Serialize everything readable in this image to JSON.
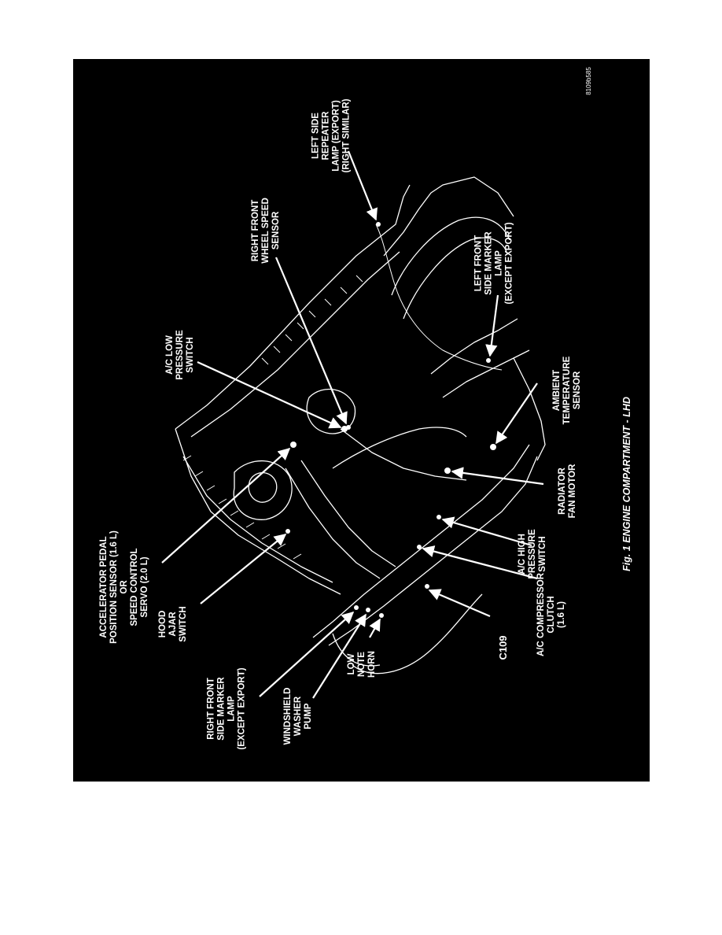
{
  "figure": {
    "code": "8109b585",
    "caption": "Fig. 1 ENGINE COMPARTMENT - LHD",
    "background": "#000000",
    "line_color": "#ffffff"
  },
  "labels": {
    "accel_pedal": [
      "ACCELERATOR PEDAL",
      "POSITION SENSOR (1.6 L)",
      "OR",
      "SPEED CONTROL",
      "SERVO (2.0 L)"
    ],
    "hood_ajar": [
      "HOOD",
      "AJAR",
      "SWITCH"
    ],
    "rf_side_marker": [
      "RIGHT FRONT",
      "SIDE MARKER",
      "LAMP",
      "(EXCEPT EXPORT)"
    ],
    "washer_pump": [
      "WINDSHIELD",
      "WASHER",
      "PUMP"
    ],
    "low_note_horn": [
      "LOW",
      "NOTE",
      "HORN"
    ],
    "c109": [
      "C109"
    ],
    "ac_compressor": [
      "A/C COMPRESSOR",
      "CLUTCH",
      "(1.6 L)"
    ],
    "ac_high": [
      "A/C HIGH",
      "PRESSURE",
      "SWITCH"
    ],
    "radiator_fan": [
      "RADIATOR",
      "FAN MOTOR"
    ],
    "ambient_temp": [
      "AMBIENT",
      "TEMPERATURE",
      "SENSOR"
    ],
    "ac_low": [
      "A/C LOW",
      "PRESSURE",
      "SWITCH"
    ],
    "rf_wheel_speed": [
      "RIGHT FRONT",
      "WHEEL SPEED",
      "SENSOR"
    ],
    "lf_side_marker": [
      "LEFT FRONT",
      "SIDE MARKER",
      "LAMP",
      "(EXCEPT EXPORT)"
    ],
    "ls_repeater": [
      "LEFT SIDE",
      "REPEATER",
      "LAMP (EXPORT)",
      "(RIGHT SIMILAR)"
    ]
  }
}
